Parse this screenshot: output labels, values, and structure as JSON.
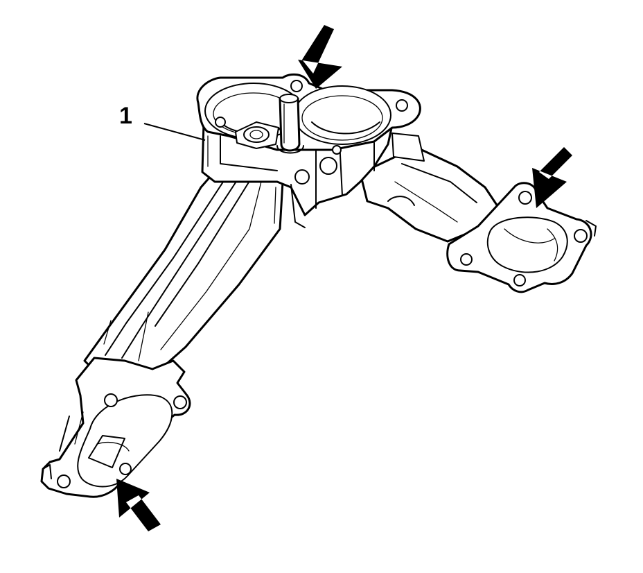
{
  "figure": {
    "callout_label": "1",
    "stroke_color": "#000000",
    "background_color": "#ffffff",
    "arrows": [
      {
        "name": "top-arrow",
        "points_to": "throttle-body-mounting-flange"
      },
      {
        "name": "right-arrow",
        "points_to": "right-runner-flange"
      },
      {
        "name": "bottom-left-arrow",
        "points_to": "left-runner-flange"
      }
    ]
  }
}
